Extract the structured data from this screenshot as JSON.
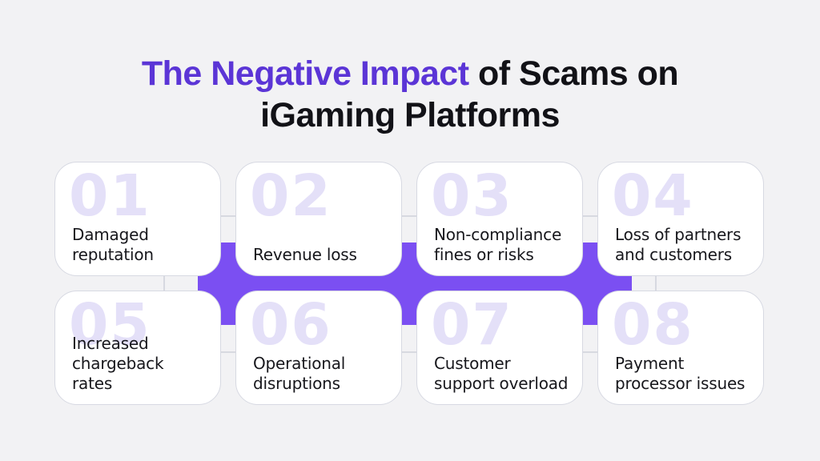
{
  "title": {
    "highlight": "The Negative Impact ",
    "rest": "of Scams on iGaming Platforms"
  },
  "cards": [
    {
      "number": "01",
      "label": "Damaged\nreputation"
    },
    {
      "number": "02",
      "label": "Revenue loss"
    },
    {
      "number": "03",
      "label": "Non-compliance\nfines or risks"
    },
    {
      "number": "04",
      "label": "Loss of partners\nand customers"
    },
    {
      "number": "05",
      "label": "Increased\nchargeback\nrates"
    },
    {
      "number": "06",
      "label": "Operational\ndisruptions"
    },
    {
      "number": "07",
      "label": "Customer\nsupport overload"
    },
    {
      "number": "08",
      "label": "Payment\nprocessor issues"
    }
  ],
  "colors": {
    "background": "#F2F2F4",
    "flow_purple": "#7B4FF2",
    "title_purple": "#5B35D6",
    "title_dark": "#121217",
    "card_background": "#FFFFFF",
    "card_border": "#D7D9E2",
    "card_number": "#E4E0F8",
    "card_label": "#17171C",
    "divider": "#D7D9E0"
  }
}
